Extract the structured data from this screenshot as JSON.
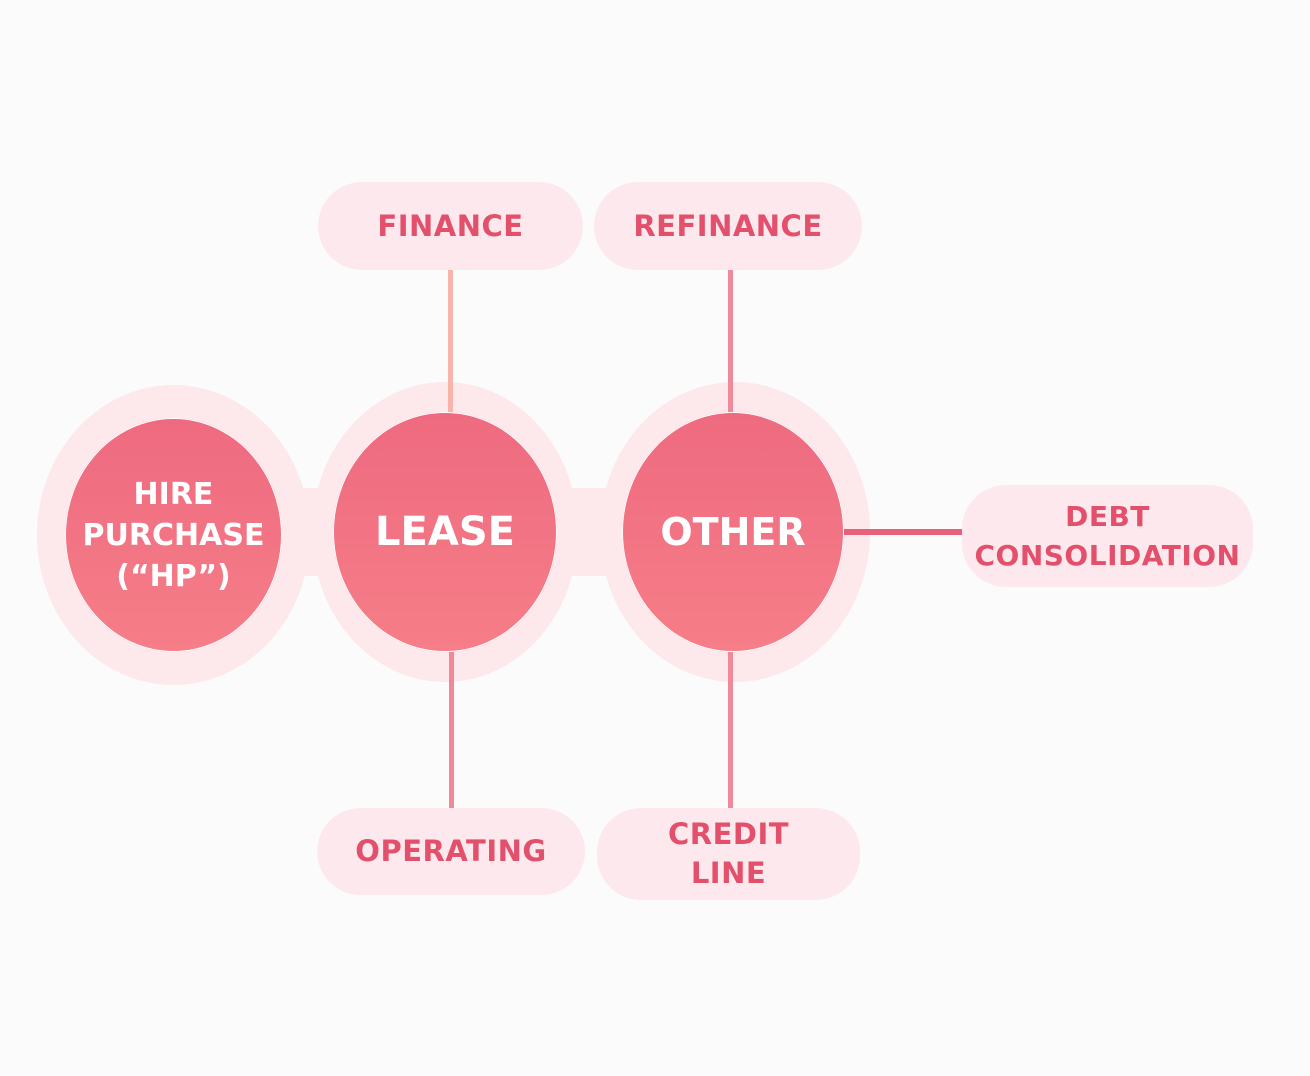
{
  "colors": {
    "node_fill": "#ee6a80",
    "halo": "#fde8ec",
    "pill_bg": "#fde9ed",
    "pill_text": "#e2506b",
    "line_peach": "#f8b4a8",
    "line_pink": "#f08a9a",
    "line_strong": "#e8607a"
  },
  "nodes": {
    "hp": {
      "line1": "HIRE",
      "line2": "PURCHASE",
      "line3": "(“HP”)"
    },
    "lease": {
      "label": "LEASE"
    },
    "other": {
      "label": "OTHER"
    }
  },
  "leaves": {
    "finance": "FINANCE",
    "refinance": "REFINANCE",
    "operating": "OPERATING",
    "credit_line": {
      "line1": "CREDIT",
      "line2": "LINE"
    },
    "debt_consolidation": {
      "line1": "DEBT",
      "line2": "CONSOLIDATION"
    }
  }
}
